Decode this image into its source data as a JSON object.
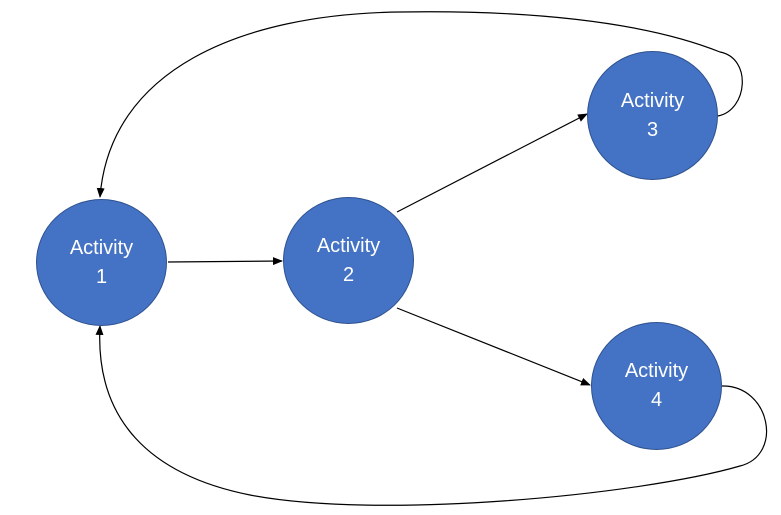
{
  "nodes": [
    {
      "id": "1",
      "label": "Activity",
      "number": "1"
    },
    {
      "id": "2",
      "label": "Activity",
      "number": "2"
    },
    {
      "id": "3",
      "label": "Activity",
      "number": "3"
    },
    {
      "id": "4",
      "label": "Activity",
      "number": "4"
    }
  ],
  "edges": [
    {
      "from": "1",
      "to": "2"
    },
    {
      "from": "2",
      "to": "3"
    },
    {
      "from": "2",
      "to": "4"
    },
    {
      "from": "3",
      "to": "1"
    },
    {
      "from": "4",
      "to": "1"
    }
  ],
  "colors": {
    "node_fill": "#4472c4",
    "node_border": "#2f528f",
    "node_text": "#ffffff",
    "edge": "#000000"
  }
}
